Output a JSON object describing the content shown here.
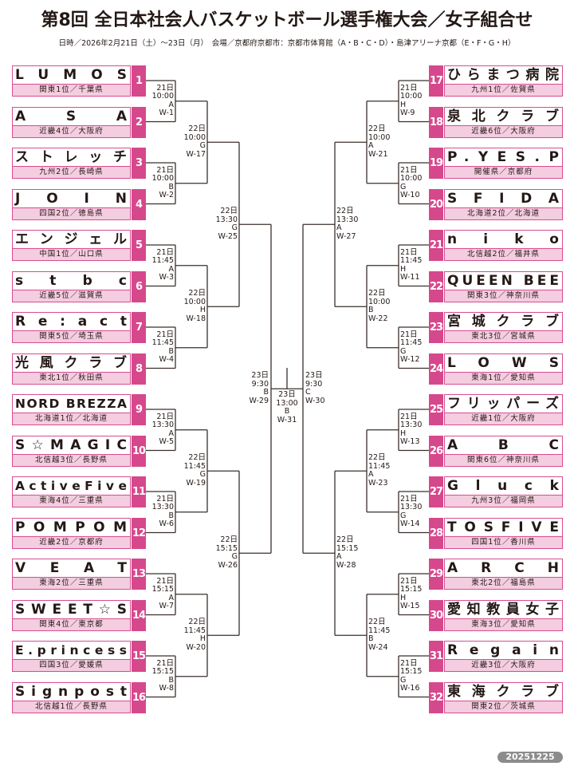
{
  "header": {
    "title": "第8回 全日本社会人バスケットボール選手権大会／女子組合せ",
    "subtitle": "日時／2026年2月21日（土）～23日（月）　会場／京都府京都市：京都市体育館（A・B・C・D）・島津アリーナ京都（E・F・G・H）"
  },
  "left": {
    "teams": [
      {
        "seed": "1",
        "name": "LUMOS",
        "sub": "関東1位／千葉県"
      },
      {
        "seed": "2",
        "name": "ASA",
        "sub": "近畿4位／大阪府"
      },
      {
        "seed": "3",
        "name": "ストレッチ",
        "sub": "九州2位／長崎県"
      },
      {
        "seed": "4",
        "name": "JOIN",
        "sub": "四国2位／徳島県"
      },
      {
        "seed": "5",
        "name": "エンジェル",
        "sub": "中国1位／山口県"
      },
      {
        "seed": "6",
        "name": "stbc",
        "sub": "近畿5位／滋賀県"
      },
      {
        "seed": "7",
        "name": "Re:act",
        "sub": "関東5位／埼玉県"
      },
      {
        "seed": "8",
        "name": "光風クラブ",
        "sub": "東北1位／秋田県"
      },
      {
        "seed": "9",
        "name": "NORD BREZZA",
        "sub": "北海道1位／北海道"
      },
      {
        "seed": "10",
        "name": "S☆MAGIC",
        "sub": "北信越3位／長野県"
      },
      {
        "seed": "11",
        "name": "ActiveFive",
        "sub": "東海4位／三重県"
      },
      {
        "seed": "12",
        "name": "POMPOM",
        "sub": "近畿2位／京都府"
      },
      {
        "seed": "13",
        "name": "VEAT",
        "sub": "東海2位／三重県"
      },
      {
        "seed": "14",
        "name": "SWEET☆S",
        "sub": "関東4位／東京都"
      },
      {
        "seed": "15",
        "name": "E.princess",
        "sub": "四国3位／愛媛県"
      },
      {
        "seed": "16",
        "name": "Signpost",
        "sub": "北信越1位／長野県"
      }
    ],
    "r1": [
      [
        "21日",
        "10:00",
        "A",
        "W-1"
      ],
      [
        "21日",
        "10:00",
        "B",
        "W-2"
      ],
      [
        "21日",
        "11:45",
        "A",
        "W-3"
      ],
      [
        "21日",
        "11:45",
        "B",
        "W-4"
      ],
      [
        "21日",
        "13:30",
        "A",
        "W-5"
      ],
      [
        "21日",
        "13:30",
        "B",
        "W-6"
      ],
      [
        "21日",
        "15:15",
        "A",
        "W-7"
      ],
      [
        "21日",
        "15:15",
        "B",
        "W-8"
      ]
    ],
    "r2": [
      [
        "22日",
        "10:00",
        "G",
        "W-17"
      ],
      [
        "22日",
        "10:00",
        "H",
        "W-18"
      ],
      [
        "22日",
        "11:45",
        "G",
        "W-19"
      ],
      [
        "22日",
        "11:45",
        "H",
        "W-20"
      ]
    ],
    "r3": [
      [
        "22日",
        "13:30",
        "G",
        "W-25"
      ],
      [
        "22日",
        "15:15",
        "G",
        "W-26"
      ]
    ],
    "semi": [
      "23日",
      "9:30",
      "B",
      "W-29"
    ]
  },
  "right": {
    "teams": [
      {
        "seed": "17",
        "name": "ひらまつ病院",
        "sub": "九州1位／佐賀県"
      },
      {
        "seed": "18",
        "name": "泉北クラブ",
        "sub": "近畿6位／大阪府"
      },
      {
        "seed": "19",
        "name": "P.YES.P",
        "sub": "開催県／京都府"
      },
      {
        "seed": "20",
        "name": "SFIDA",
        "sub": "北海道2位／北海道"
      },
      {
        "seed": "21",
        "name": "niko",
        "sub": "北信越2位／福井県"
      },
      {
        "seed": "22",
        "name": "QUEEN BEE",
        "sub": "関東3位／神奈川県"
      },
      {
        "seed": "23",
        "name": "宮城クラブ",
        "sub": "東北3位／宮城県"
      },
      {
        "seed": "24",
        "name": "LOWS",
        "sub": "東海1位／愛知県"
      },
      {
        "seed": "25",
        "name": "フリッパーズ",
        "sub": "近畿1位／大阪府"
      },
      {
        "seed": "26",
        "name": "ABC",
        "sub": "関東6位／神奈川県"
      },
      {
        "seed": "27",
        "name": "Gluck",
        "sub": "九州3位／福岡県"
      },
      {
        "seed": "28",
        "name": "TOSFIVE",
        "sub": "四国1位／香川県"
      },
      {
        "seed": "29",
        "name": "ARCH",
        "sub": "東北2位／福島県"
      },
      {
        "seed": "30",
        "name": "愛知教員女子",
        "sub": "東海3位／愛知県"
      },
      {
        "seed": "31",
        "name": "Regain",
        "sub": "近畿3位／大阪府"
      },
      {
        "seed": "32",
        "name": "東海クラブ",
        "sub": "関東2位／茨城県"
      }
    ],
    "r1": [
      [
        "21日",
        "10:00",
        "H",
        "W-9"
      ],
      [
        "21日",
        "10:00",
        "G",
        "W-10"
      ],
      [
        "21日",
        "11:45",
        "H",
        "W-11"
      ],
      [
        "21日",
        "11:45",
        "G",
        "W-12"
      ],
      [
        "21日",
        "13:30",
        "H",
        "W-13"
      ],
      [
        "21日",
        "13:30",
        "G",
        "W-14"
      ],
      [
        "21日",
        "15:15",
        "H",
        "W-15"
      ],
      [
        "21日",
        "15:15",
        "G",
        "W-16"
      ]
    ],
    "r2": [
      [
        "22日",
        "10:00",
        "A",
        "W-21"
      ],
      [
        "22日",
        "10:00",
        "B",
        "W-22"
      ],
      [
        "22日",
        "11:45",
        "A",
        "W-23"
      ],
      [
        "22日",
        "11:45",
        "B",
        "W-24"
      ]
    ],
    "r3": [
      [
        "22日",
        "13:30",
        "A",
        "W-27"
      ],
      [
        "22日",
        "15:15",
        "A",
        "W-28"
      ]
    ],
    "semi": [
      "23日",
      "9:30",
      "C",
      "W-30"
    ]
  },
  "final": [
    "23日",
    "13:00",
    "B",
    "W-31"
  ],
  "footer": {
    "code": "20251225"
  },
  "colors": {
    "accent": "#d6488c",
    "accent_light": "#f4cde0",
    "line": "#3a302c"
  }
}
